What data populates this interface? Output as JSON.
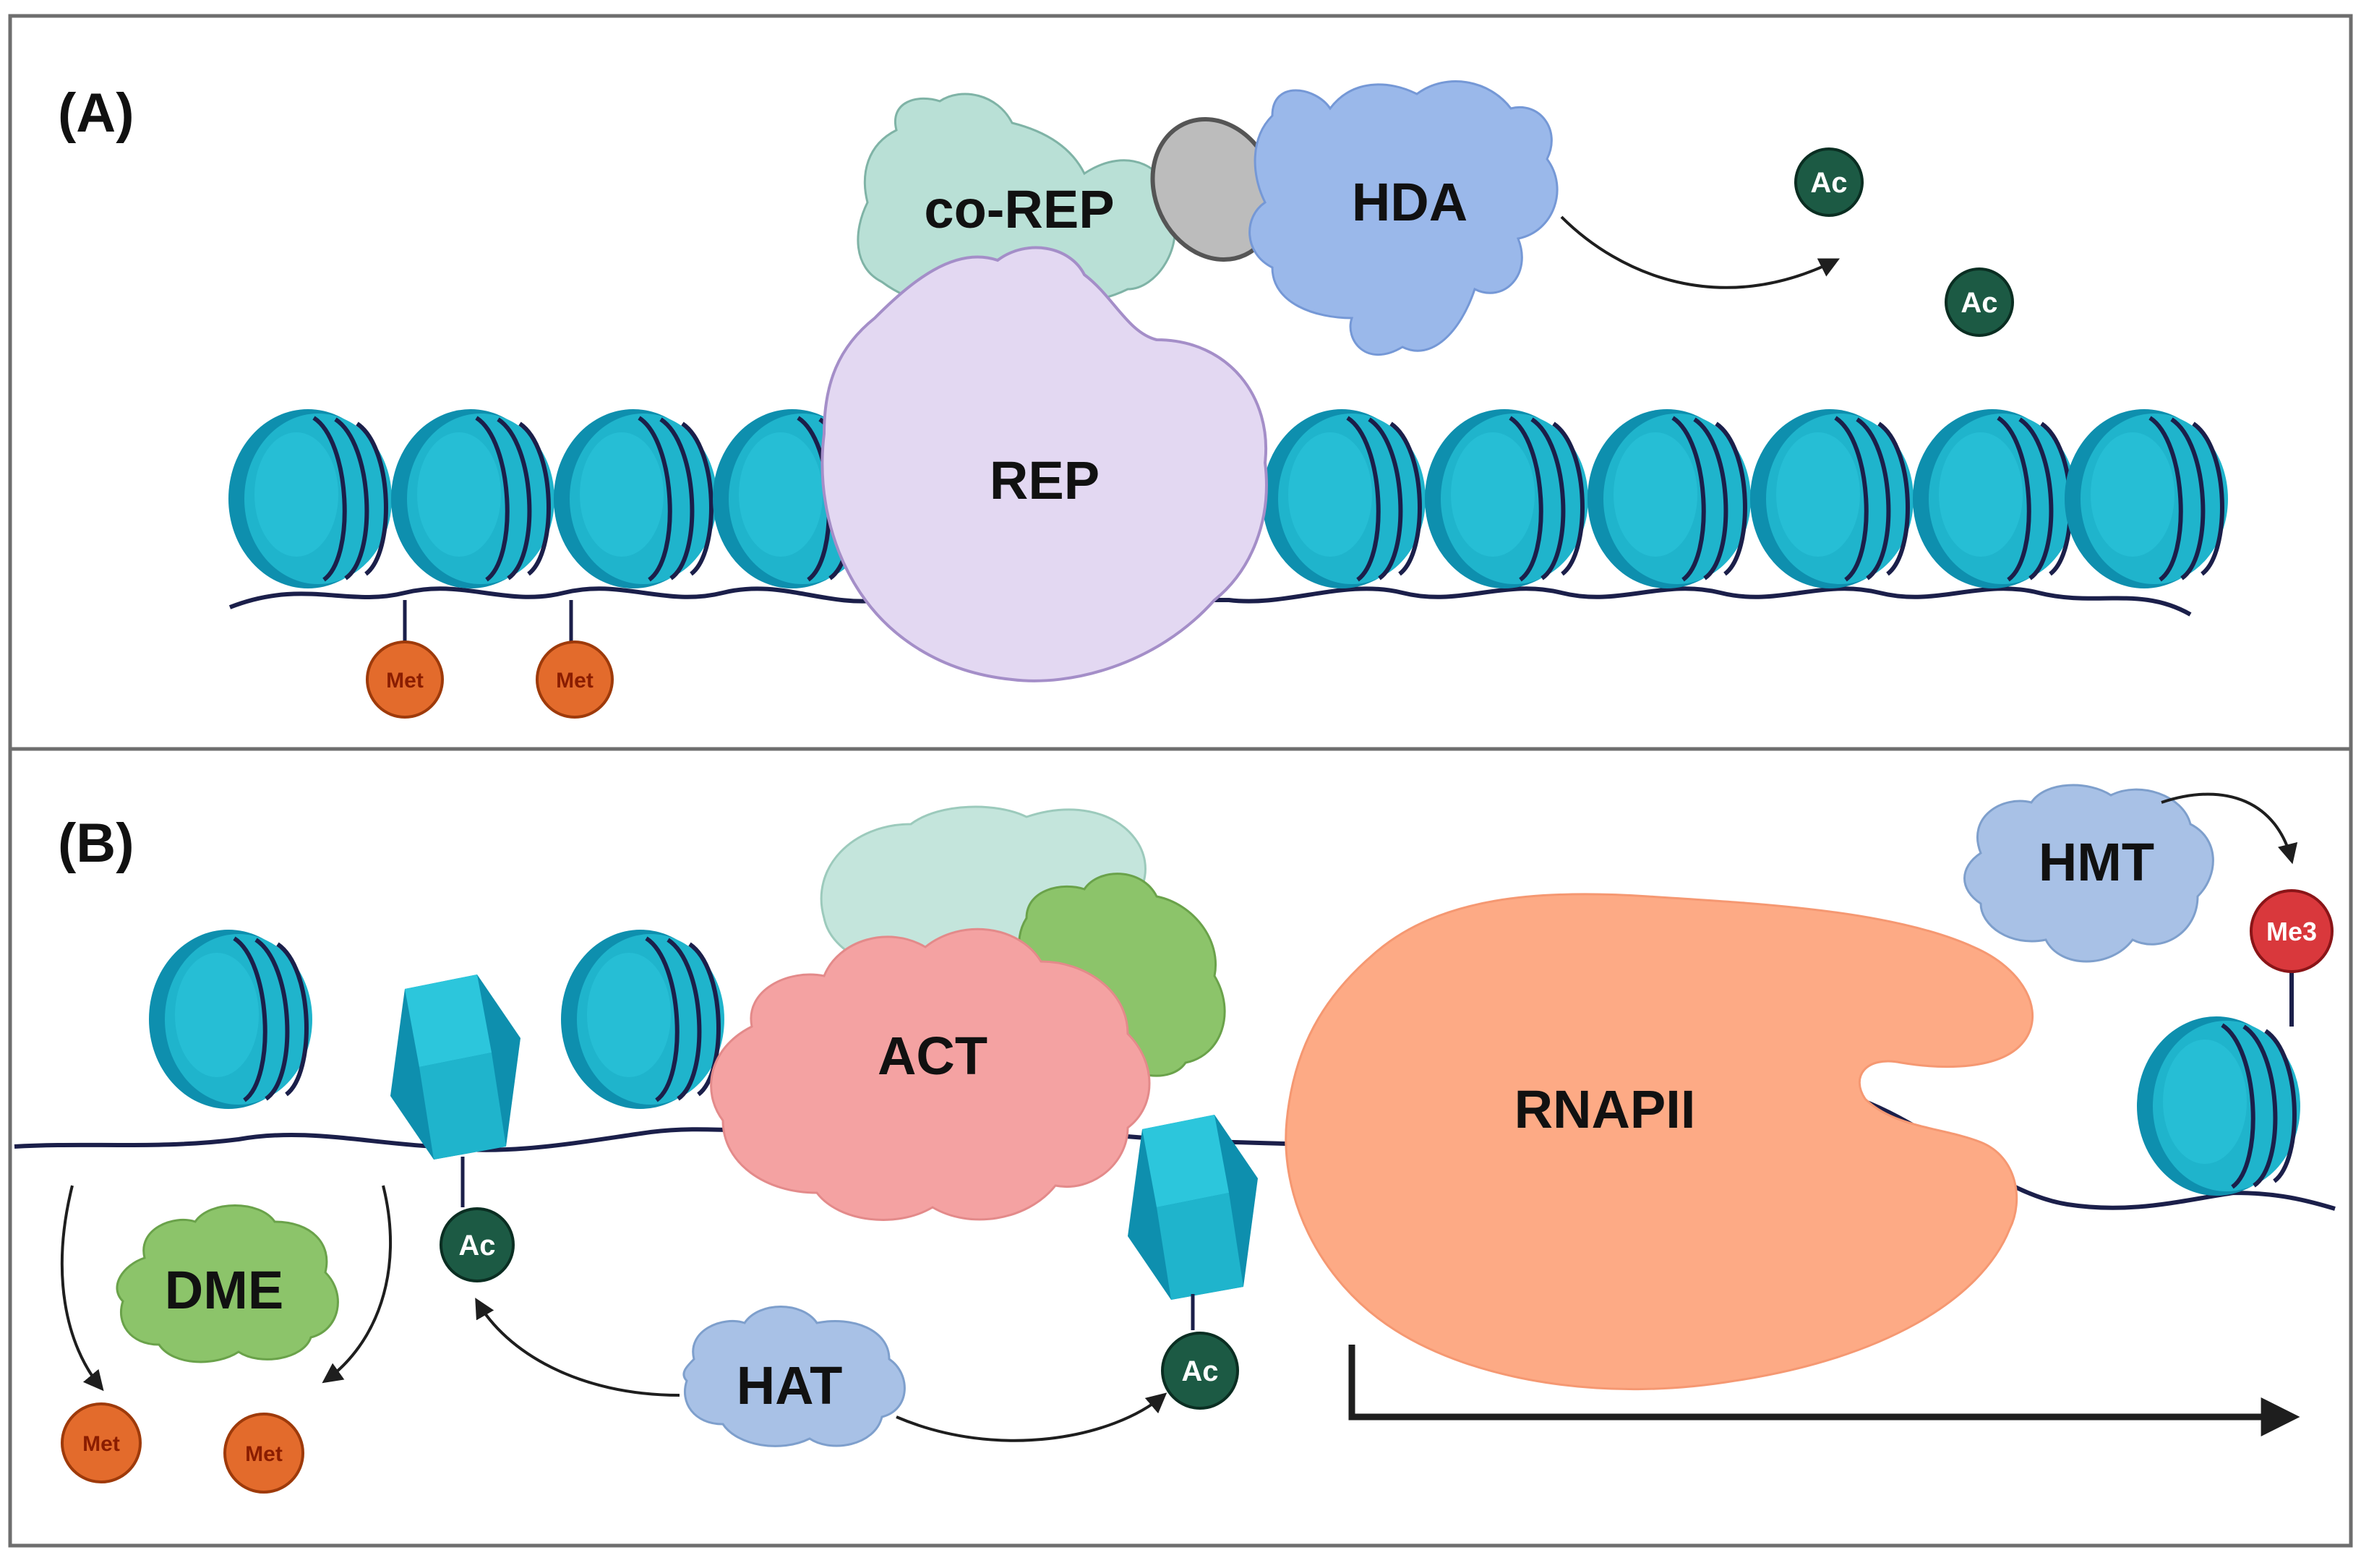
{
  "panel_a": {
    "label": "(A)",
    "proteins": {
      "co_rep": "co-REP",
      "hda": "HDA",
      "rep": "REP"
    },
    "marks": {
      "ac": "Ac",
      "met": "Met"
    }
  },
  "panel_b": {
    "label": "(B)",
    "proteins": {
      "act": "ACT",
      "rnapii": "RNAPII",
      "hmt": "HMT",
      "dme": "DME",
      "hat": "HAT"
    },
    "marks": {
      "ac": "Ac",
      "met": "Met",
      "me3": "Me3"
    }
  },
  "colors": {
    "nucleosome": "#1fb4cc",
    "nucleosome_dark": "#0e7f9c",
    "dna": "#1b1f4a",
    "co_rep": "#b9e0d6",
    "hda": "#9ab8ea",
    "rep": "#e3d8f2",
    "act": "#f4a2a2",
    "rnapii": "#fdaa85",
    "dme": "#8cc46a",
    "ac_mark": "#1c5a44",
    "met_mark": "#e36b2c",
    "me3_mark": "#d9383c"
  }
}
